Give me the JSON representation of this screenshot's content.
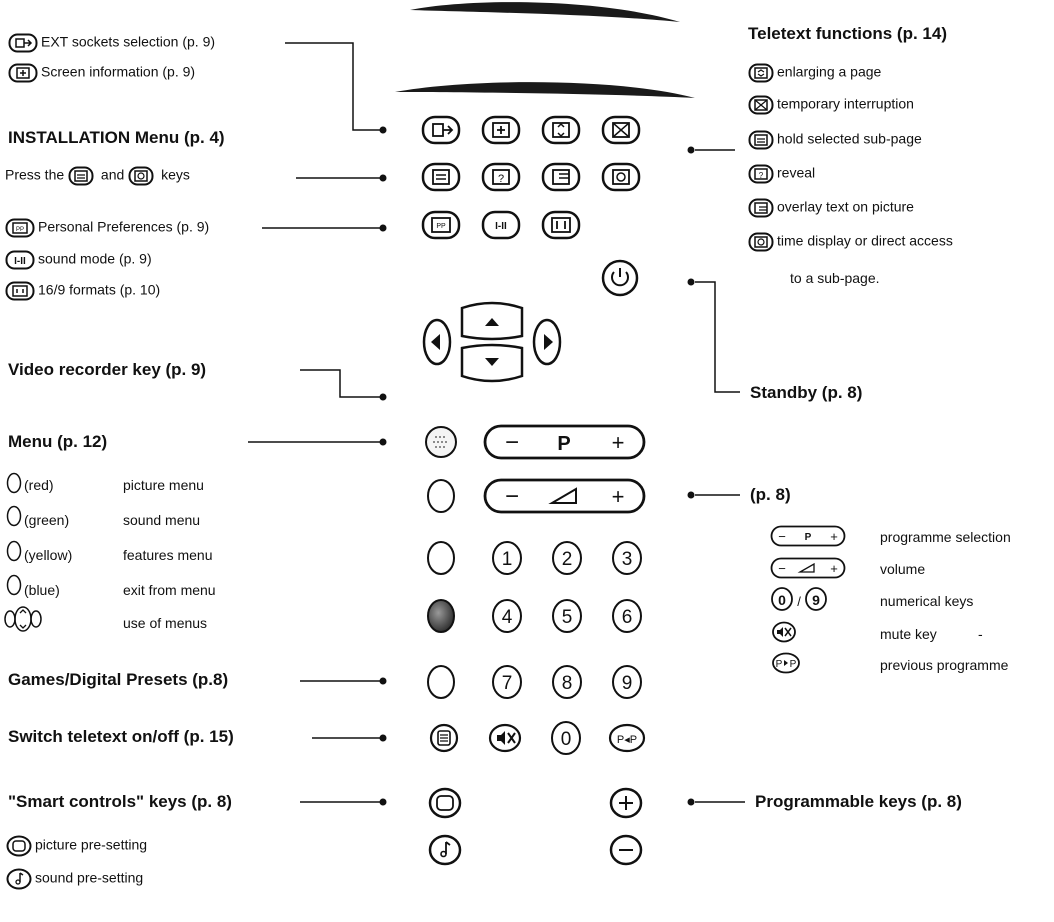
{
  "left": {
    "ext_sockets": "EXT sockets selection (p. 9)",
    "screen_info": "Screen information (p. 9)",
    "installation_heading": "INSTALLATION Menu (p. 4)",
    "press_the": "Press the",
    "and": "and",
    "keys": "keys",
    "personal_prefs": "Personal Preferences (p. 9)",
    "sound_mode": "sound mode (p. 9)",
    "formats": "16/9 formats (p. 10)",
    "video_recorder": "Video recorder key (p. 9)",
    "menu_heading": "Menu (p. 12)",
    "color_keys": [
      {
        "color": "(red)",
        "label": "picture menu"
      },
      {
        "color": "(green)",
        "label": "sound menu"
      },
      {
        "color": "(yellow)",
        "label": "features menu"
      },
      {
        "color": "(blue)",
        "label": "exit from menu"
      }
    ],
    "use_of_menus": "use of menus",
    "games_presets": "Games/Digital Presets (p.8)",
    "switch_teletext": "Switch teletext on/off (p. 15)",
    "smart_controls": "\"Smart controls\" keys (p. 8)",
    "picture_preset": "picture pre-setting",
    "sound_preset": "sound pre-setting"
  },
  "right": {
    "teletext_heading": "Teletext functions (p. 14)",
    "teletext_items": [
      "enlarging a page",
      "temporary interruption",
      "hold selected sub-page",
      "reveal",
      "overlay text on picture",
      "time display or direct access"
    ],
    "teletext_cont": "to a sub-page.",
    "standby": "Standby (p. 8)",
    "p8": "(p. 8)",
    "legend": [
      "programme selection",
      "volume",
      "numerical keys",
      "mute key",
      "previous programme"
    ],
    "mute_dash": "-",
    "slash": "/",
    "programmable": "Programmable keys (p. 8)"
  },
  "remote": {
    "p_label": "P",
    "minus": "−",
    "plus": "+",
    "digits": [
      "1",
      "2",
      "3",
      "4",
      "5",
      "6",
      "7",
      "8",
      "9",
      "0"
    ],
    "legend_zero": "0",
    "legend_nine": "9",
    "legend_p": "P",
    "sound_mode_key": "I-II",
    "pp_key": "P◂P"
  }
}
